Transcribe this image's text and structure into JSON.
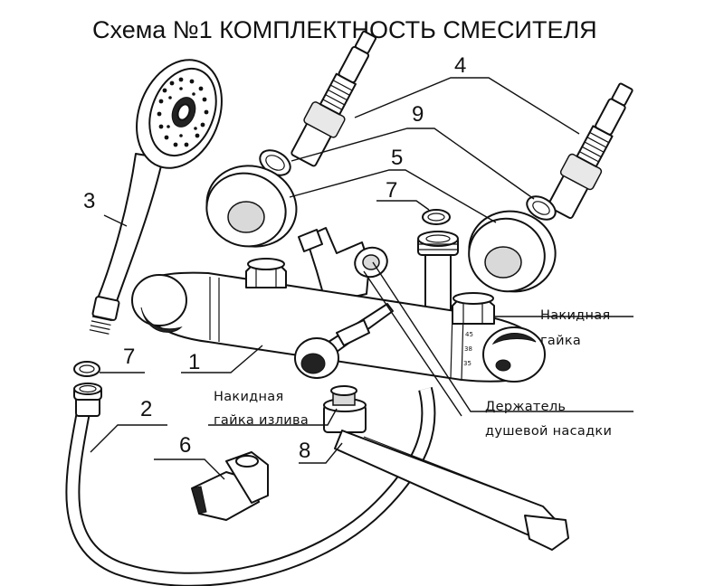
{
  "title": "Схема №1 КОМПЛЕКТНОСТЬ СМЕСИТЕЛЯ",
  "callouts": {
    "n1": "1",
    "n2": "2",
    "n3": "3",
    "n4": "4",
    "n5": "5",
    "n6": "6",
    "n7a": "7",
    "n7b": "7",
    "n8": "8",
    "n9": "9"
  },
  "labels": {
    "union_nut_line1": "Накидная",
    "union_nut_line2": "гайка",
    "spout_nut_line1": "Накидная",
    "spout_nut_line2": "гайка излива",
    "holder_line1": "Держатель",
    "holder_line2": "душевой насадки"
  },
  "thermo_scale": [
    "45",
    "38",
    "35"
  ]
}
